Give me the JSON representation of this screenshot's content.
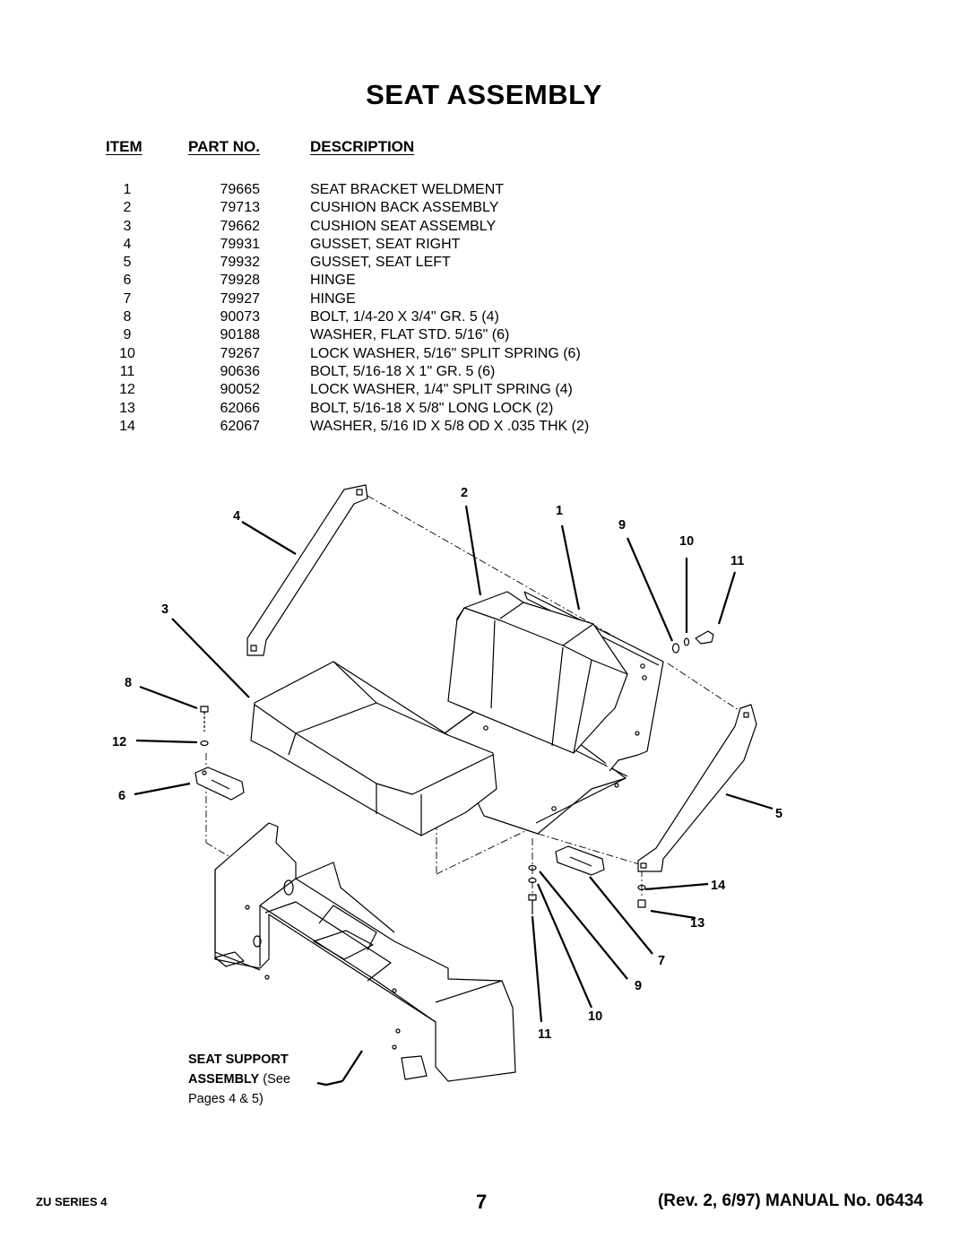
{
  "page": {
    "title": "SEAT ASSEMBLY"
  },
  "table": {
    "headers": {
      "item": "ITEM",
      "part_no": "PART NO.",
      "description": "DESCRIPTION"
    },
    "rows": [
      {
        "item": "1",
        "part_no": "79665",
        "description": "SEAT BRACKET WELDMENT"
      },
      {
        "item": "2",
        "part_no": "79713",
        "description": "CUSHION BACK ASSEMBLY"
      },
      {
        "item": "3",
        "part_no": "79662",
        "description": "CUSHION SEAT ASSEMBLY"
      },
      {
        "item": "4",
        "part_no": "79931",
        "description": "GUSSET, SEAT RIGHT"
      },
      {
        "item": "5",
        "part_no": "79932",
        "description": "GUSSET, SEAT LEFT"
      },
      {
        "item": "6",
        "part_no": "79928",
        "description": "HINGE"
      },
      {
        "item": "7",
        "part_no": "79927",
        "description": "HINGE"
      },
      {
        "item": "8",
        "part_no": "90073",
        "description": "BOLT, 1/4-20 X 3/4\" GR. 5  (4)"
      },
      {
        "item": "9",
        "part_no": "90188",
        "description": "WASHER, FLAT STD. 5/16\"  (6)"
      },
      {
        "item": "10",
        "part_no": "79267",
        "description": "LOCK WASHER, 5/16\" SPLIT SPRING  (6)"
      },
      {
        "item": "11",
        "part_no": "90636",
        "description": "BOLT, 5/16-18 X 1\" GR. 5  (6)"
      },
      {
        "item": "12",
        "part_no": "90052",
        "description": "LOCK WASHER, 1/4\" SPLIT SPRING  (4)"
      },
      {
        "item": "13",
        "part_no": "62066",
        "description": "BOLT, 5/16-18 X 5/8\" LONG LOCK  (2)"
      },
      {
        "item": "14",
        "part_no": "62067",
        "description": "WASHER, 5/16 ID X 5/8 OD X .035 THK  (2)"
      }
    ]
  },
  "diagram": {
    "callouts": {
      "c2": "2",
      "c1": "1",
      "c9a": "9",
      "c10a": "10",
      "c11a": "11",
      "c4": "4",
      "c3": "3",
      "c8": "8",
      "c12": "12",
      "c6": "6",
      "c5": "5",
      "c14": "14",
      "c13": "13",
      "c7": "7",
      "c9b": "9",
      "c10b": "10",
      "c11b": "11"
    },
    "seat_support_line1": "SEAT SUPPORT",
    "seat_support_line2_bold": "ASSEMBLY",
    "seat_support_line2_rest": " (See",
    "seat_support_line3": "Pages 4 & 5)"
  },
  "footer": {
    "left": "ZU SERIES 4",
    "page_number": "7",
    "right": "(Rev. 2, 6/97) MANUAL No. 06434"
  }
}
